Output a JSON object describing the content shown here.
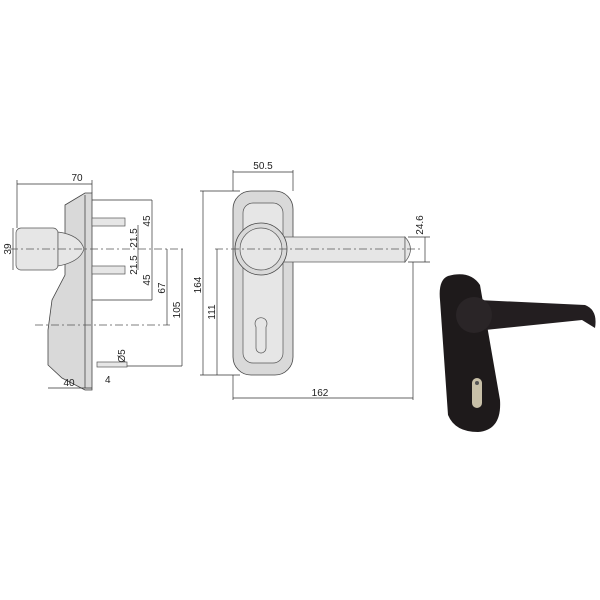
{
  "title": "Emergency exit door handle with cylinder – technical drawing",
  "side_view": {
    "width_overall": "70",
    "knob_height": "39",
    "pin_spacing_top": "45",
    "pin_offset_top": "21.5",
    "pin_offset_bottom": "21.5",
    "pin_spacing_bottom": "45",
    "center_to_cylinder": "67",
    "center_to_bottom": "105",
    "pin_diameter": "Ø5",
    "pin_length": "4",
    "plate_depth": "40"
  },
  "front_view": {
    "plate_width": "50.5",
    "plate_height": "164",
    "lever_to_bottom": "111",
    "lever_diameter": "24.6",
    "lever_length": "162"
  },
  "colors": {
    "drawing_fill": "#d9d9d9",
    "line": "#333333",
    "product": "#1e1a1b",
    "cylinder": "#c8c0a8"
  }
}
